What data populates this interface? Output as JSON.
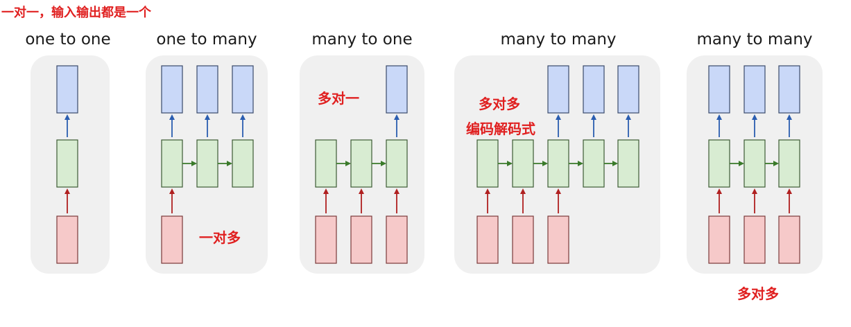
{
  "header_note": "一对一，输入输出都是一个",
  "panels": [
    {
      "title": "one to one"
    },
    {
      "title": "one to many"
    },
    {
      "title": "many to one"
    },
    {
      "title": "many to many"
    },
    {
      "title": "many to many"
    }
  ],
  "annotations": {
    "one_to_many": "一对多",
    "many_to_one": "多对一",
    "seq2seq_line1": "多对多",
    "seq2seq_line2": "编码解码式",
    "sync_many": "多对多"
  },
  "colors": {
    "panel_bg": "#f0f0f0",
    "output_fill": "#c9d8f8",
    "output_stroke": "#3a4a6a",
    "hidden_fill": "#d8ecd2",
    "hidden_stroke": "#3c5a34",
    "input_fill": "#f6c9c9",
    "input_stroke": "#7a3a3a",
    "up_arrow_blue": "#2a5db0",
    "up_arrow_red": "#b02020",
    "right_arrow_green": "#3a7a2a",
    "annotation_red": "#e02020"
  }
}
